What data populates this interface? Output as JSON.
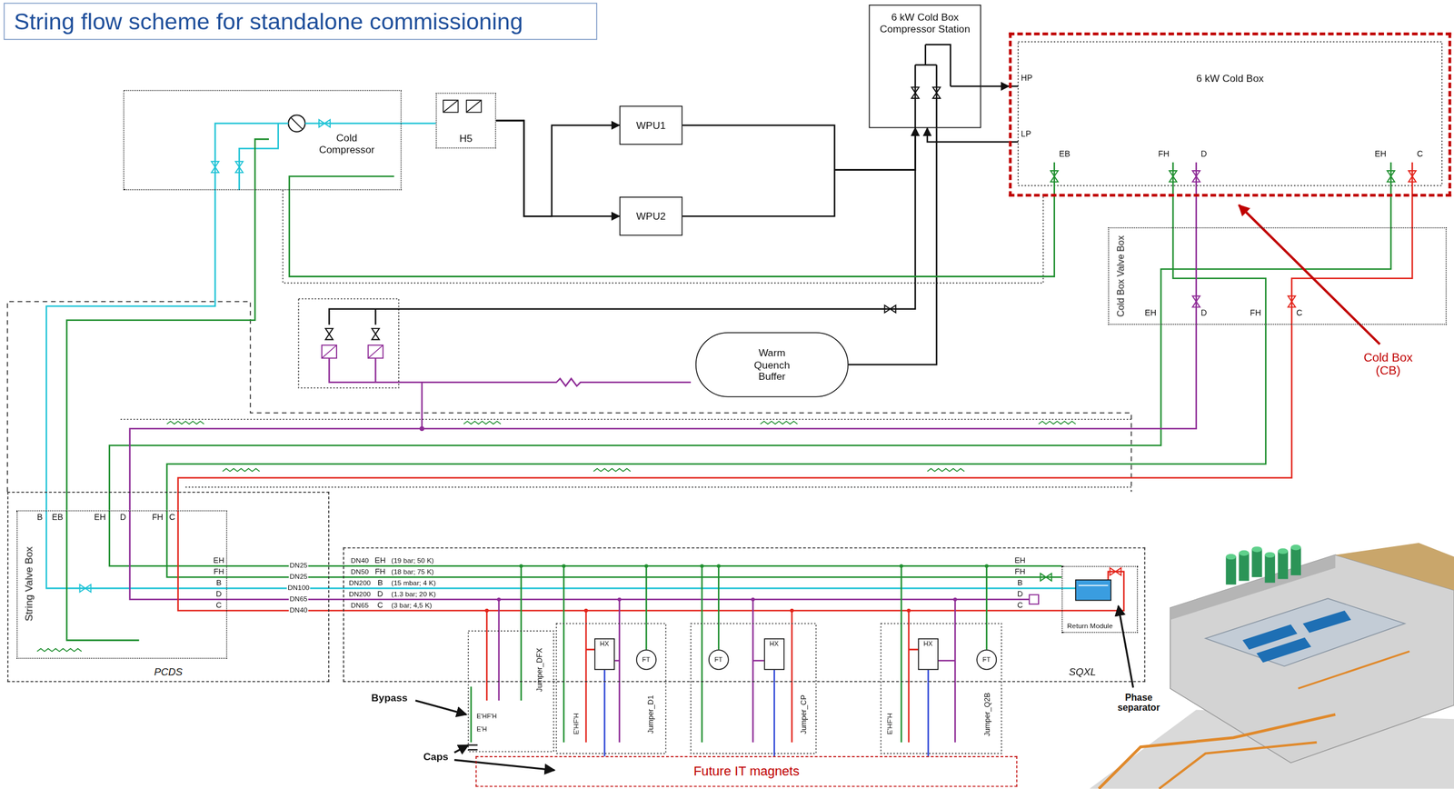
{
  "diagram": {
    "title": "String flow scheme for standalone commissioning",
    "nodes": [
      {
        "text": [
          "6 kW Cold Box Compressor Station"
        ]
      },
      {
        "text": [
          "6 kW Cold Box"
        ]
      },
      {
        "text": [
          "WPU1"
        ]
      },
      {
        "text": [
          "WPU2"
        ]
      },
      {
        "text": [
          "H5"
        ]
      },
      {
        "text": [
          "Cold Compressor"
        ]
      },
      {
        "text": [
          "Warm Quench Buffer"
        ]
      },
      {
        "text": [
          "Cold Box Valve Box"
        ]
      },
      {
        "text": [
          "PCDS"
        ]
      },
      {
        "text": [
          "String Valve Box"
        ],
        "in": 8
      },
      {
        "text": [
          "SQXL"
        ]
      },
      {
        "text": [
          "Return Module"
        ],
        "in": 10
      },
      {
        "text": [
          "HX"
        ],
        "in": 10
      },
      {
        "text": [
          "HX"
        ],
        "in": 10
      },
      {
        "text": [
          "HX"
        ],
        "in": 10
      },
      {
        "text": [
          "FT"
        ],
        "in": 10
      },
      {
        "text": [
          "FT"
        ],
        "in": 10
      },
      {
        "text": [
          "FT"
        ],
        "in": 10
      },
      {
        "text": [
          "Future IT magnets"
        ]
      }
    ],
    "edges": [
      {
        "from": 0,
        "to": 1,
        "arrow": "to"
      },
      {
        "from": 1,
        "to": 0,
        "arrow": "to"
      },
      {
        "from": 4,
        "to": 2,
        "arrow": "to"
      },
      {
        "from": 4,
        "to": 3,
        "arrow": "to"
      },
      {
        "from": 2,
        "to": 0,
        "arrow": "to"
      },
      {
        "from": 3,
        "to": 0,
        "arrow": "to"
      },
      {
        "from": 6,
        "to": 0,
        "arrow": "none"
      },
      {
        "from": 1,
        "to": 7,
        "arrow": "none"
      },
      {
        "from": 1,
        "to": 7,
        "arrow": "none"
      },
      {
        "from": 1,
        "to": 7,
        "arrow": "none"
      },
      {
        "from": 1,
        "to": 7,
        "arrow": "none"
      },
      {
        "from": 1,
        "to": 5,
        "arrow": "none"
      },
      {
        "from": 7,
        "to": 9,
        "arrow": "none"
      },
      {
        "from": 7,
        "to": 9,
        "arrow": "none"
      },
      {
        "from": 7,
        "to": 9,
        "arrow": "none"
      },
      {
        "from": 7,
        "to": 9,
        "arrow": "none"
      },
      {
        "from": 5,
        "to": 9,
        "arrow": "none"
      },
      {
        "from": 5,
        "to": 9,
        "arrow": "none"
      },
      {
        "from": 9,
        "to": 10,
        "arrow": "none"
      },
      {
        "from": 9,
        "to": 10,
        "arrow": "none"
      },
      {
        "from": 9,
        "to": 10,
        "arrow": "none"
      },
      {
        "from": 9,
        "to": 10,
        "arrow": "none"
      },
      {
        "from": 9,
        "to": 10,
        "arrow": "none"
      },
      {
        "from": 10,
        "to": 18,
        "arrow": "none"
      },
      {
        "from": 10,
        "to": 18,
        "arrow": "none"
      },
      {
        "from": 10,
        "to": 18,
        "arrow": "none"
      }
    ],
    "labels": [
      "Cold Box (CB)",
      "HP",
      "LP",
      "EB",
      "FH",
      "D",
      "EH",
      "C",
      "EH",
      "D",
      "FH",
      "C",
      "B",
      "EB",
      "EH",
      "D",
      "FH",
      "C",
      "EH",
      "FH",
      "B",
      "D",
      "C",
      "DN25",
      "DN25",
      "DN100",
      "DN65",
      "DN40",
      "DN40",
      "EH",
      "(19 bar; 50 K)",
      "DN50",
      "FH",
      "(18 bar; 75 K)",
      "DN200",
      "B",
      "(15 mbar; 4 K)",
      "DN200",
      "D",
      "(1.3 bar; 20 K)",
      "DN65",
      "C",
      "(3 bar; 4,5 K)",
      "EH",
      "FH",
      "B",
      "D",
      "C",
      "Jumper_DFX",
      "Jumper_D1",
      "Jumper_CP",
      "Jumper_Q2B",
      "E'HF'H",
      "E'HF'H",
      "E'HF'H",
      "E'H",
      "Bypass",
      "Caps",
      "Phase separator"
    ]
  }
}
